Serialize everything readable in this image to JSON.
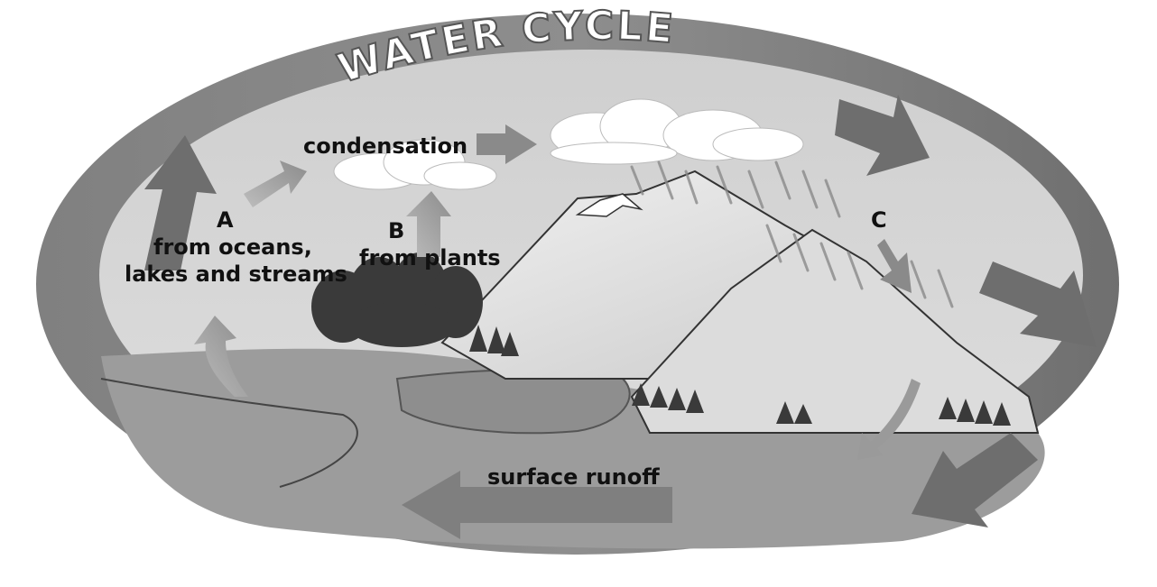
{
  "title": "WATER CYCLE",
  "labels": {
    "condensation": "condensation",
    "a_letter": "A",
    "a_line1": "from oceans,",
    "a_line2": "lakes and streams",
    "b_letter": "B",
    "b_line1": "from plants",
    "c_letter": "C",
    "surface_runoff": "surface runoff"
  },
  "colors": {
    "outer_band": "#7d7d7d",
    "sky": "#d4d4d4",
    "water": "#9a9a9a",
    "mountain": "#e2e2e2",
    "trees": "#3a3a3a",
    "arrow": "#8a8a8a"
  }
}
